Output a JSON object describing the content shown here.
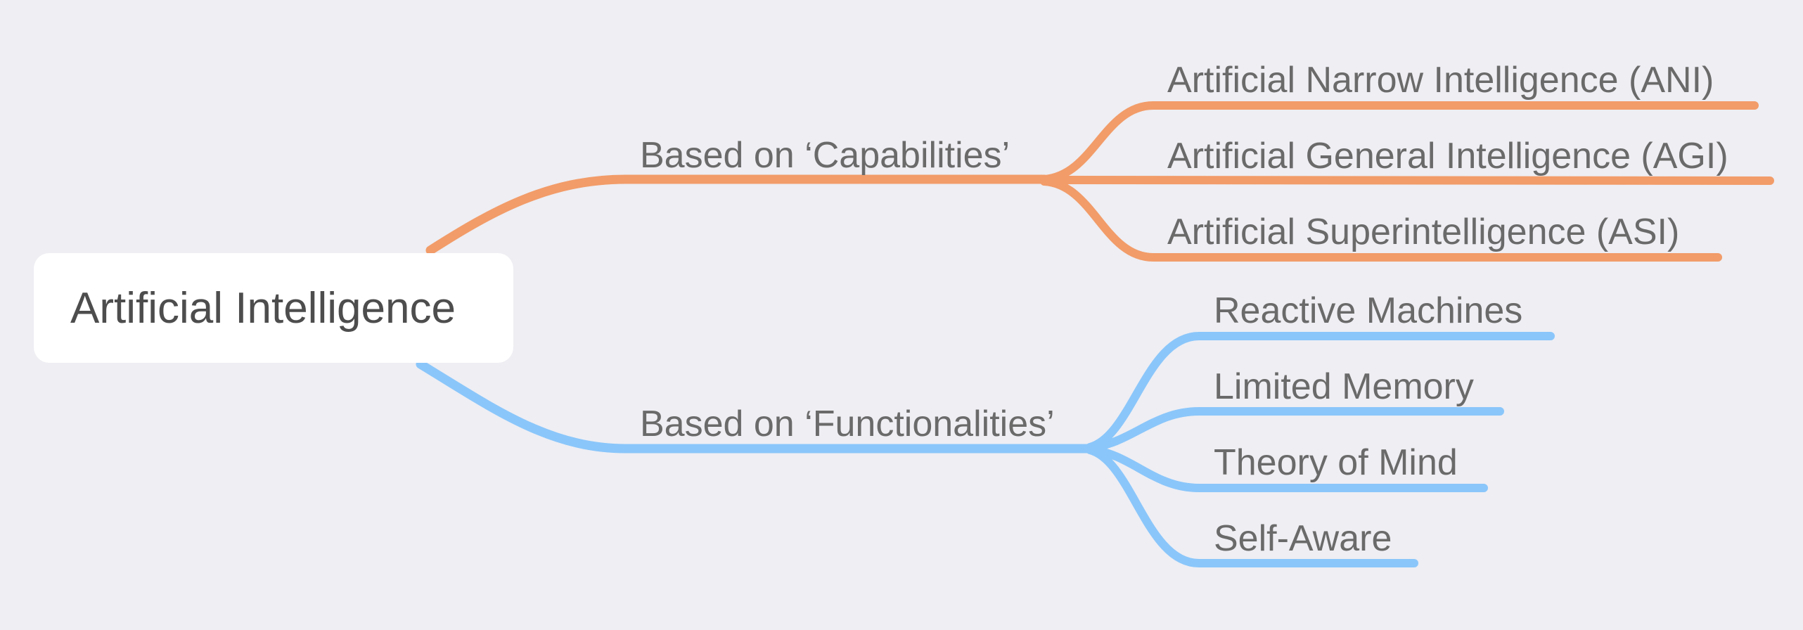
{
  "mindmap": {
    "root": {
      "label": "Artificial Intelligence"
    },
    "branches": [
      {
        "label": "Based on ‘Capabilities’",
        "color": "#f29c69",
        "children": [
          {
            "label": "Artificial Narrow Intelligence (ANI)"
          },
          {
            "label": "Artificial General Intelligence (AGI)"
          },
          {
            "label": "Artificial Superintelligence (ASI)"
          }
        ]
      },
      {
        "label": "Based on ‘Functionalities’",
        "color": "#8ac6fa",
        "children": [
          {
            "label": "Reactive Machines"
          },
          {
            "label": "Limited Memory"
          },
          {
            "label": "Theory of Mind"
          },
          {
            "label": "Self-Aware"
          }
        ]
      }
    ]
  }
}
